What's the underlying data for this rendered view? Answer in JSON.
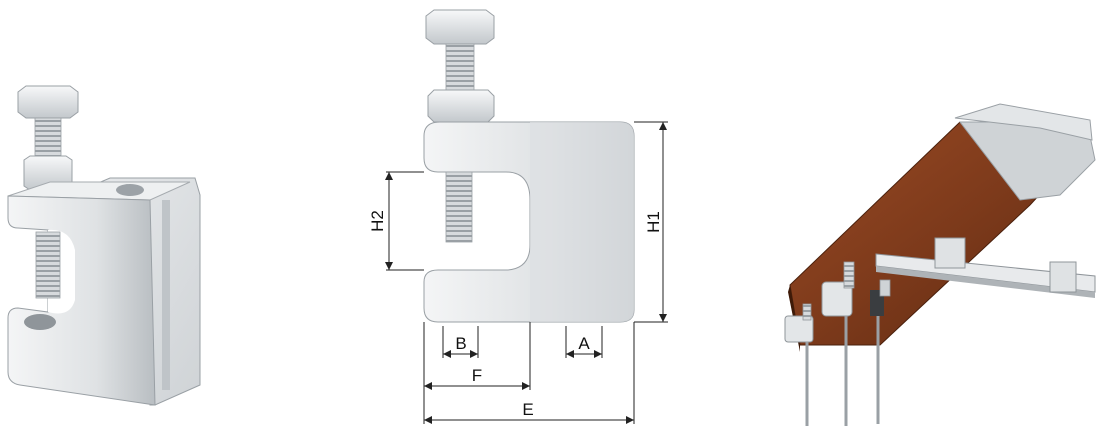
{
  "dimensions": {
    "labels": {
      "A": "A",
      "B": "B",
      "E": "E",
      "F": "F",
      "H1": "H1",
      "H2": "H2"
    }
  },
  "colors": {
    "metal_light": "#eceeef",
    "metal_mid": "#c9cdd0",
    "metal_dark": "#8f959a",
    "beam_rust": "#8a3f1e",
    "beam_rust_dark": "#5e2a12",
    "dimension_line": "#222222"
  }
}
